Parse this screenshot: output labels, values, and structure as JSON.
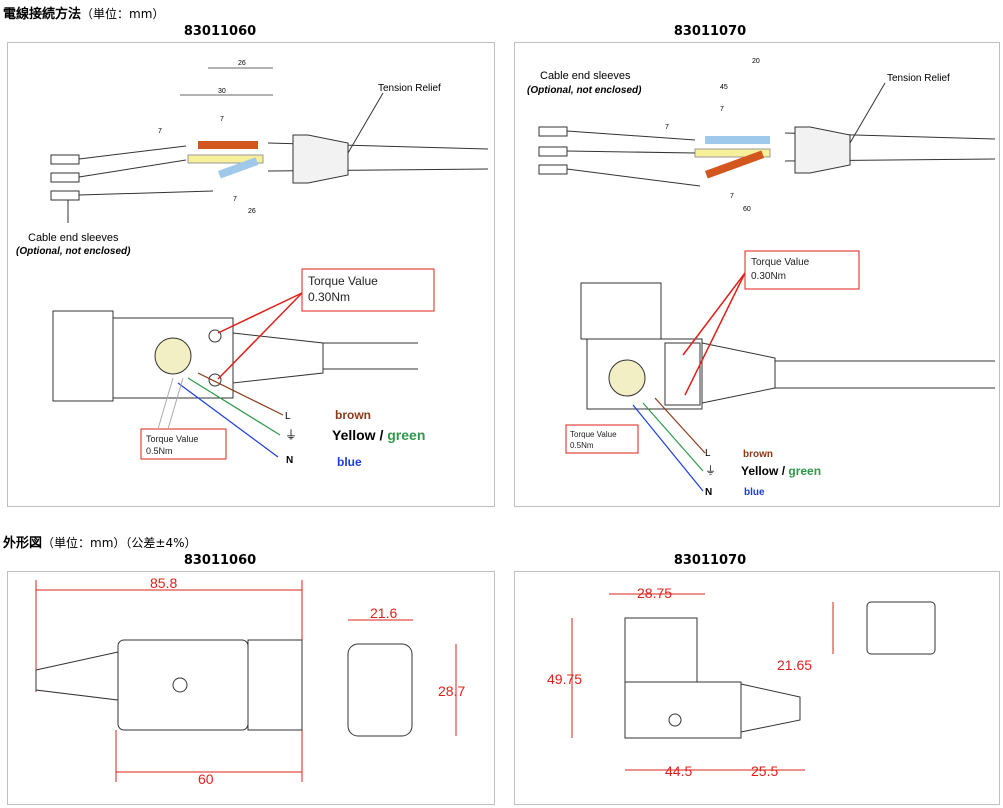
{
  "sections": {
    "wiring": {
      "title": "電線接続方法",
      "unit": "（単位：mm）"
    },
    "outline": {
      "title": "外形図",
      "unit": "（単位：mm）（公差±4%）"
    }
  },
  "models": {
    "left": "83011060",
    "right": "83011070"
  },
  "wiring_labels": {
    "tension_relief": "Tension Relief",
    "sleeves": "Cable end sleeves",
    "sleeves_note": "(Optional, not enclosed)",
    "torque_top": "Torque Value",
    "torque_top_val": "0.30Nm",
    "torque_bottom": "Torque Value",
    "torque_bottom_val": "0.5Nm",
    "L": "L",
    "N": "N",
    "brown": "brown",
    "yellow": "Yellow",
    "slash": " / ",
    "green": "green",
    "blue": "blue"
  },
  "wire_dims": {
    "left": {
      "a": "26",
      "b": "30",
      "c": "7",
      "d": "7",
      "e": "7",
      "f": "26"
    },
    "right": {
      "a": "20",
      "b": "45",
      "c": "7",
      "d": "7",
      "e": "7",
      "f": "60"
    }
  },
  "outline_dims": {
    "left": {
      "length": "85.8",
      "body": "60",
      "width": "21.6",
      "height": "28.7"
    },
    "right": {
      "top": "28.75",
      "height": "49.75",
      "face": "21.65",
      "bottom_a": "44.5",
      "bottom_b": "25.5"
    }
  },
  "colors": {
    "dim": "#e0211b",
    "brown": "#8b3a1a",
    "green": "#2e9a4a",
    "blue": "#1c3de0",
    "line_red": "#e0211b"
  }
}
